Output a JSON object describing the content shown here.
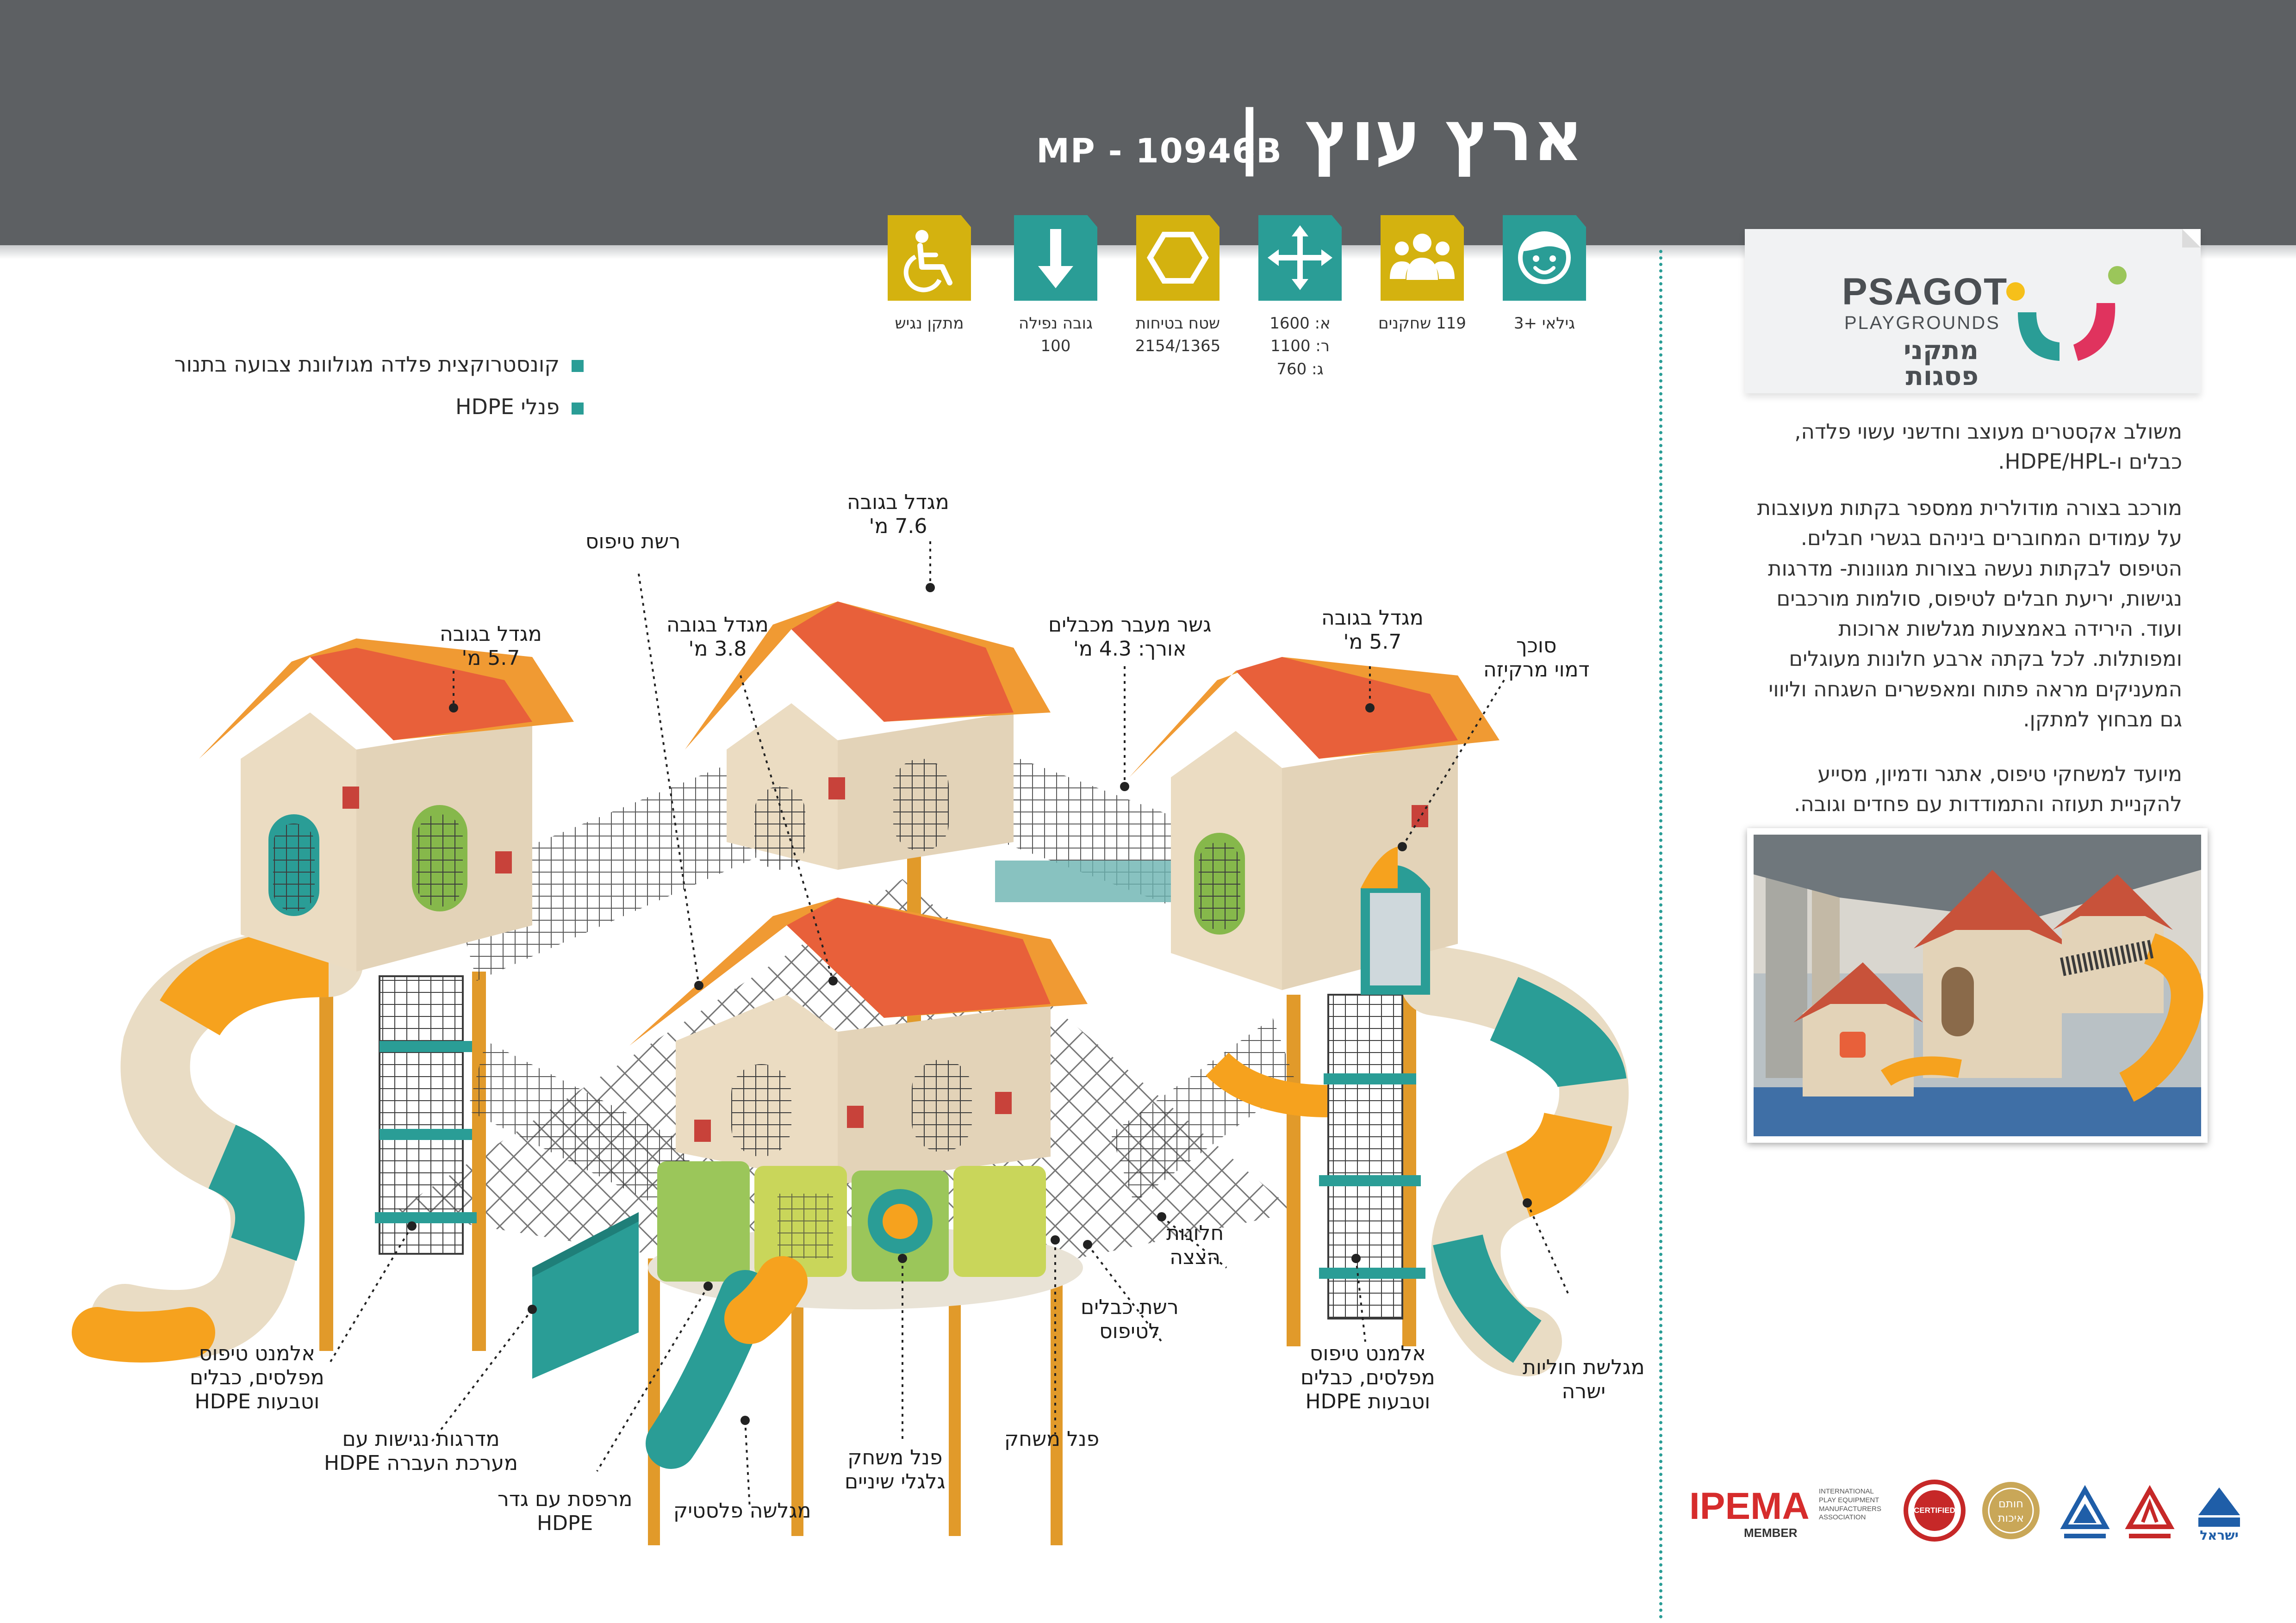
{
  "header": {
    "title": "ארץ עוץ",
    "separator": "|",
    "model": "MP - 10946B"
  },
  "icons": [
    {
      "name": "wheelchair-icon",
      "label": "מתקן נגיש",
      "color": "#d4b20f"
    },
    {
      "name": "arrow-down-icon",
      "label": "גובה נפילה\n100",
      "color": "#2a9d96"
    },
    {
      "name": "hexagon-icon",
      "label": "שטח בטיחות\n2154/1365",
      "color": "#d4b20f"
    },
    {
      "name": "move-arrows-icon",
      "label": "א: 1600\nר: 1100\nג: 760",
      "color": "#2a9d96"
    },
    {
      "name": "group-icon",
      "label": "119 שחקנים",
      "color": "#d4b20f"
    },
    {
      "name": "child-face-icon",
      "label": "גילאי +3",
      "color": "#2a9d96"
    }
  ],
  "bullets": [
    "קונסטרוקצית פלדה מגולוונת צבועה בתנור",
    "פנלי HDPE"
  ],
  "callouts": {
    "tower_76": "מגדל בגובה\n7.6 מ'",
    "climb_net_top": "רשת טיפוס",
    "tower_57_left": "מגדל בגובה\n5.7 מ'",
    "tower_38": "מגדל בגובה\n3.8 מ'",
    "cable_bridge": "גשר מעבר מכבלים\nאורך: 4.3 מ'",
    "tower_57_right": "מגדל בגובה\n5.7 מ'",
    "candy_canopy": "סוכך\nדמוי מרקיזה",
    "windows": "חלונות\nהצצה",
    "cable_net": "רשת כבלים\nלטיפוס",
    "climb_left": "אלמנט טיפוס\nמפלסים, כבלים\nוטבעות HDPE",
    "climb_right": "אלמנט טיפוס\nמפלסים, כבלים\nוטבעות HDPE",
    "tube_slide": "מגלשת חוליות\nישרה",
    "access_stairs": "מדרגות נגישות עם\nמערכת העברה HDPE",
    "platform_fence": "מרפסת עם גדר\nHDPE",
    "plastic_slide": "מגלשה פלסטיק",
    "gear_panel": "פנל משחק\nגלגלי שיניים",
    "play_panel": "פנל משחק"
  },
  "logo": {
    "brand": "PSAGOT",
    "sub": "PLAYGROUNDS",
    "hebrew": "מתקני פסגות"
  },
  "description": [
    "משולב אקסטרים מעוצב וחדשני עשוי פלדה, כבלים ו-HDPE/HPL.",
    "מורכב בצורה מודולרית ממספר בקתות מעוצבות על עמודים המחוברים ביניהם בגשרי חבלים. הטיפוס לבקתות נעשה בצורות מגוונות- מדרגות נגישות, יריעת חבלים לטיפוס, סולמות מורכבים ועוד. הירידה באמצעות מגלשות ארוכות ומפותלות. לכל בקתה ארבע חלונות מעוגלים המעניקים מראה פתוח ומאפשרים השגחה וליווי גם מבחוץ למתקן.",
    "מיועד למשחקי טיפוס, אתגר ודמיון, מסייע להקניית תעוזה והתמודדות עם פחדים וגובה."
  ],
  "certs": {
    "ipema": "IPEMA",
    "ipema_member": "MEMBER",
    "ipema_desc": "INTERNATIONAL\nPLAY EQUIPMENT\nMANUFACTURERS\nASSOCIATION",
    "ipema_certified": "CERTIFIED",
    "seal_gold": "חותם\nאיכות",
    "israel": "ישראל"
  },
  "colors": {
    "header": "#5d6063",
    "teal": "#2a9d96",
    "mustard": "#d4b20f",
    "roof": "#e8603a",
    "slide": "#f6a21e"
  }
}
